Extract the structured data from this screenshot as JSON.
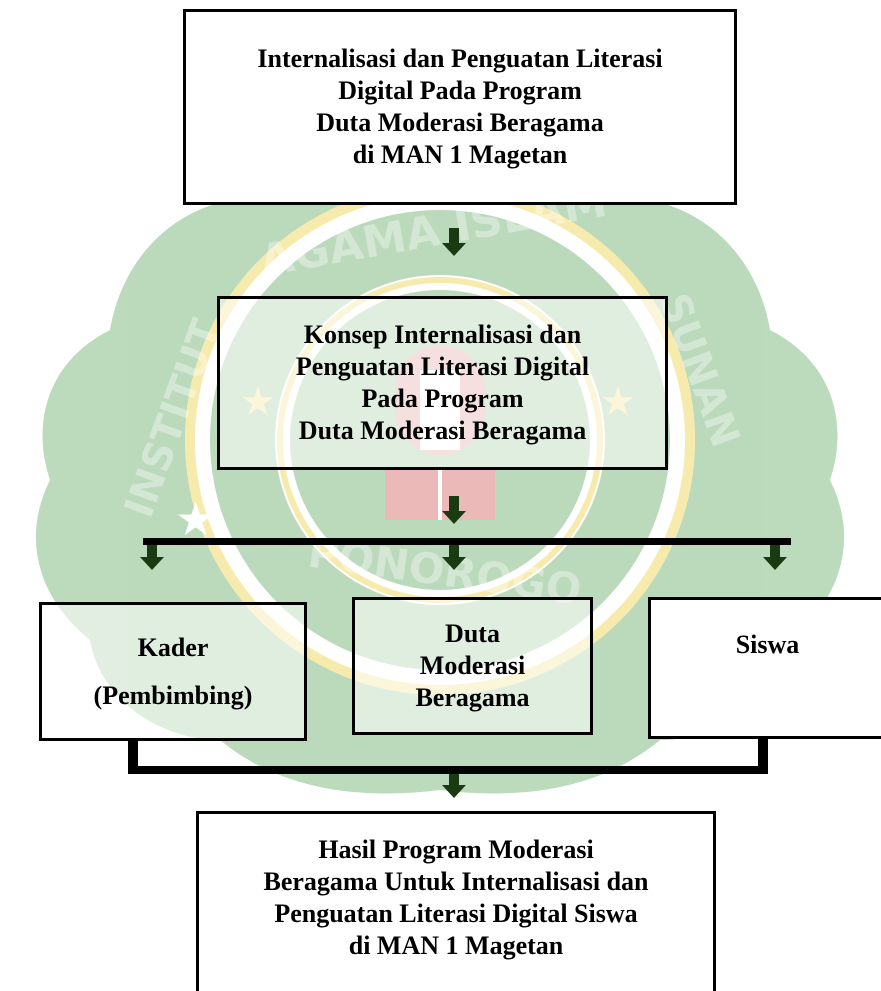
{
  "watermark": {
    "top_text": "AGAMA ISLAM",
    "left_text": "INSTITUT",
    "right_text": "SUNAN",
    "bottom_text": "PONOROGO",
    "colors": {
      "green": "#2e8b2e",
      "yellow": "#e6c200",
      "red": "#c62828"
    }
  },
  "boxes": {
    "top": {
      "lines": "Internalisasi dan Penguatan Literasi\nDigital  Pada Program\nDuta Moderasi Beragama\ndi MAN 1 Magetan"
    },
    "concept": {
      "lines": "Konsep Internalisasi dan\nPenguatan Literasi Digital\nPada Program\nDuta Moderasi Beragama"
    },
    "kader": {
      "lines": "Kader\n(Pembimbing)"
    },
    "duta": {
      "lines": "Duta\nModerasi\nBeragama"
    },
    "siswa": {
      "lines": "Siswa"
    },
    "result": {
      "lines": "Hasil Program Moderasi\nBeragama Untuk Internalisasi dan\nPenguatan Literasi Digital Siswa\ndi MAN 1 Magetan"
    }
  },
  "connector_color": "#000000",
  "arrow_color": "#1a3a12"
}
